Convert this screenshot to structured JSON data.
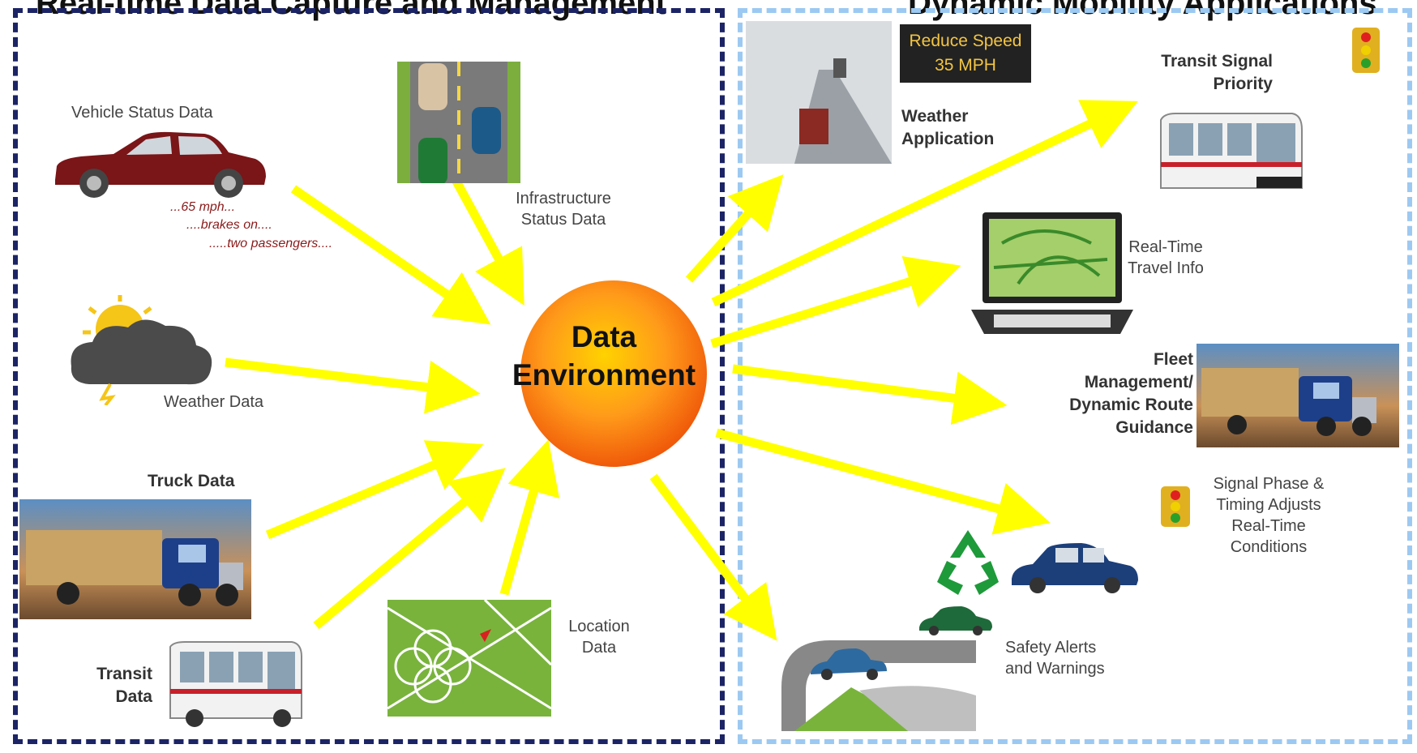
{
  "headings": {
    "left": "Real-time Data Capture and Management",
    "right": "Dynamic Mobility Applications"
  },
  "hub": {
    "line1": "Data",
    "line2": "Environment"
  },
  "inputs": {
    "vehicle": {
      "label": "Vehicle Status Data",
      "notes": [
        "...65 mph...",
        "....brakes on....",
        ".....two passengers...."
      ]
    },
    "infrastructure": {
      "label_line1": "Infrastructure",
      "label_line2": "Status Data"
    },
    "weather": {
      "label": "Weather Data"
    },
    "truck": {
      "label": "Truck Data"
    },
    "transit": {
      "label_line1": "Transit",
      "label_line2": "Data"
    },
    "location": {
      "label_line1": "Location",
      "label_line2": "Data"
    }
  },
  "outputs": {
    "weather_app": {
      "sign_line1": "Reduce Speed",
      "sign_line2": "35 MPH",
      "label_line1": "Weather",
      "label_line2": "Application"
    },
    "transit_signal": {
      "label_line1": "Transit Signal",
      "label_line2": "Priority"
    },
    "travel_info": {
      "label_line1": "Real-Time",
      "label_line2": "Travel Info"
    },
    "fleet": {
      "lines": [
        "Fleet",
        "Management/",
        "Dynamic Route",
        "Guidance"
      ]
    },
    "signal_phase": {
      "lines": [
        "Signal Phase &",
        "Timing Adjusts",
        "Real-Time",
        "Conditions"
      ]
    },
    "safety": {
      "label_line1": "Safety Alerts",
      "label_line2": "and Warnings"
    }
  },
  "colors": {
    "arrow": "#ffff00",
    "left_border": "#1c2466",
    "right_border": "#9cc9f2",
    "hub_center": "#ffd200",
    "hub_edge": "#f05a0a"
  },
  "icons": [
    "car-icon",
    "road-icon",
    "cloud-sun-icon",
    "truck-icon",
    "bus-icon",
    "map-icon",
    "traffic-light-icon",
    "laptop-icon",
    "recycle-icon",
    "road-curve-icon",
    "snow-road-icon"
  ]
}
